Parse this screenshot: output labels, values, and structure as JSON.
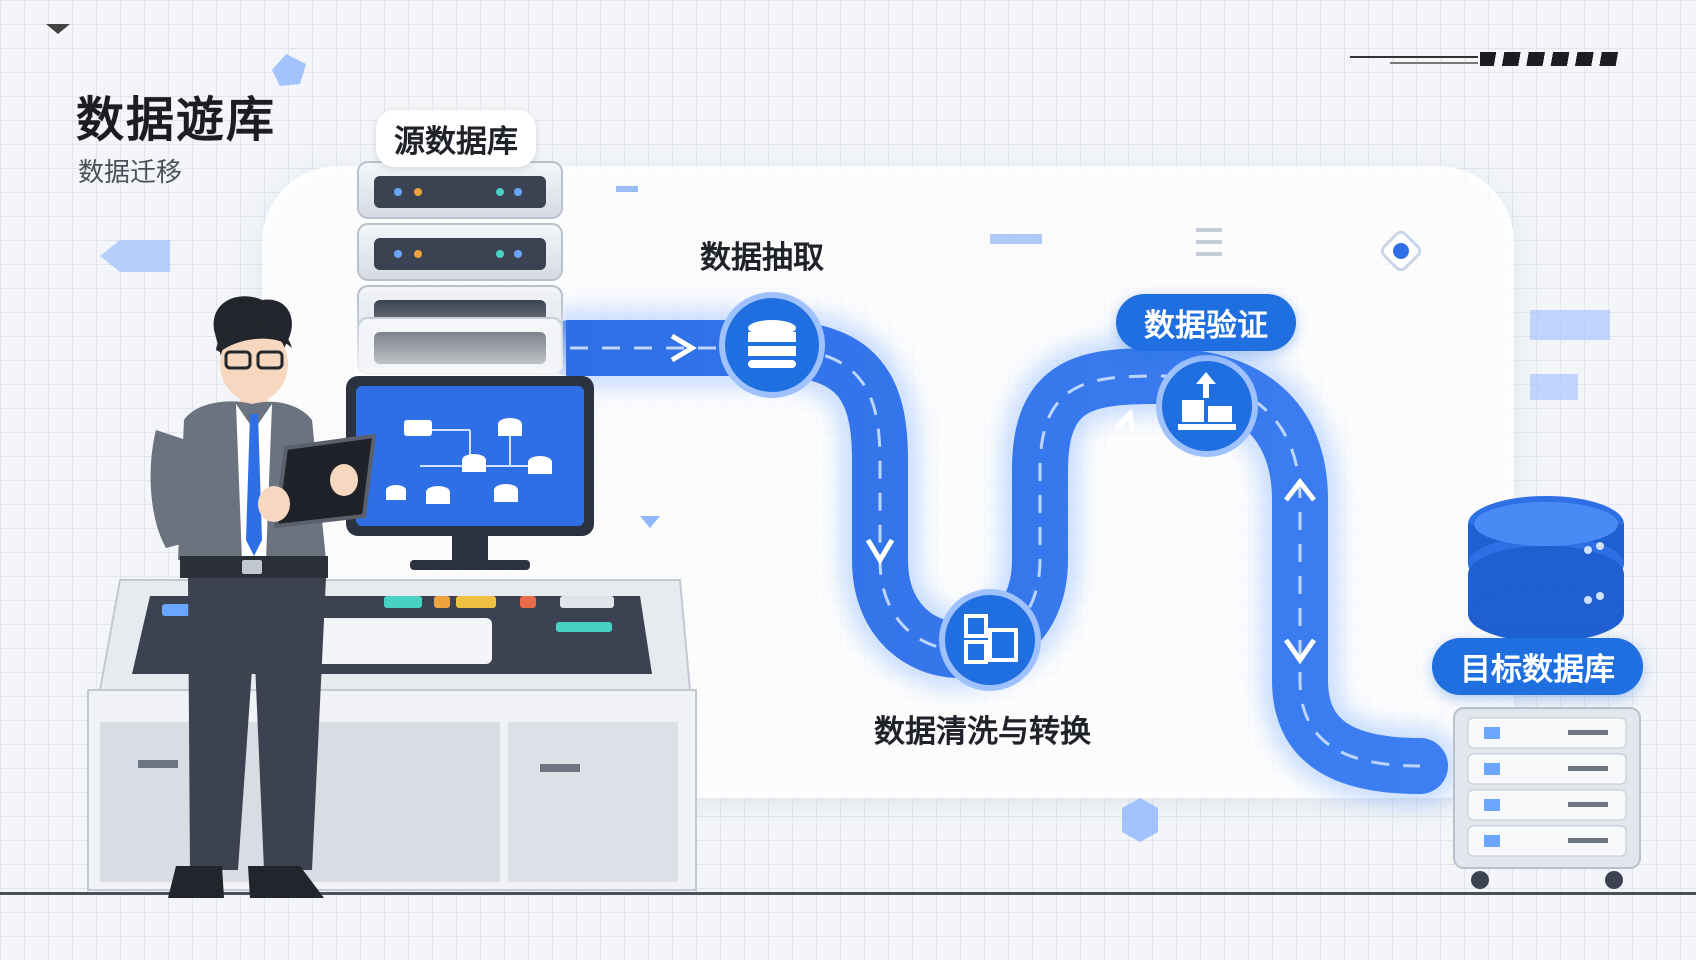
{
  "title": "数据遊库",
  "subtitle": "数据迁移",
  "nodes": {
    "source": "源数据库",
    "extract": "数据抽取",
    "clean": "数据清洗与转换",
    "validate": "数据验证",
    "target": "目标数据库"
  },
  "colors": {
    "accent": "#1f6fe0",
    "pipe_light": "#6fa8ff",
    "panel_dark": "#3b4352"
  }
}
